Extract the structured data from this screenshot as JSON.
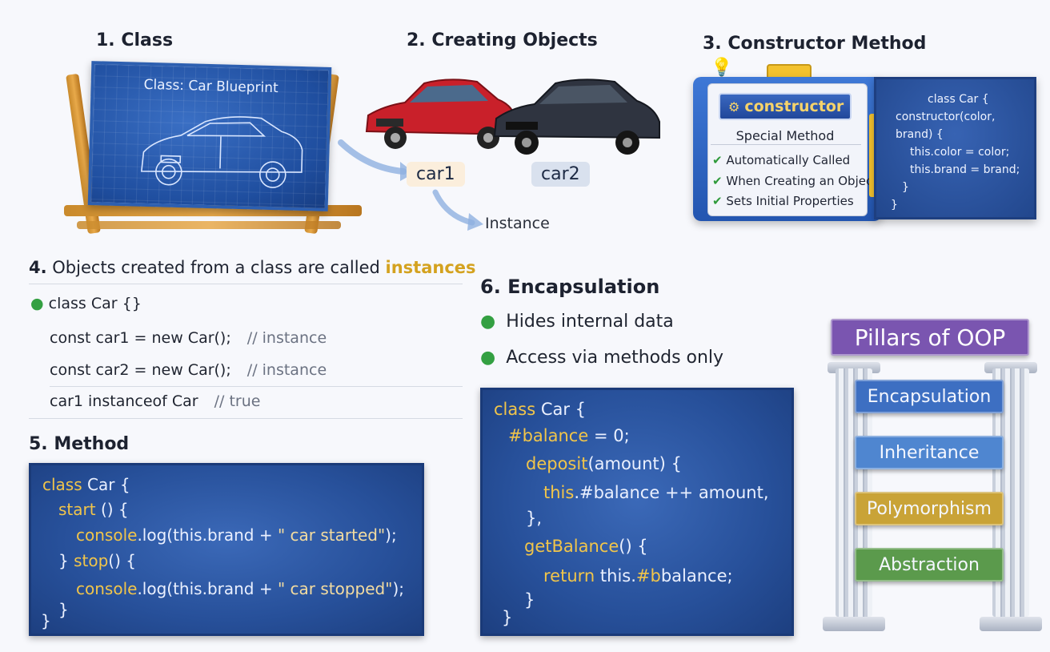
{
  "section1": {
    "heading": "1. Class",
    "blueprint_title": "Class: Car Blueprint"
  },
  "section2": {
    "heading": "2. Creating Objects",
    "car1": "car1",
    "car2": "car2",
    "instance_label": "Instance",
    "colors": {
      "car1": "#c9202a",
      "car2": "#2f3440"
    }
  },
  "section3": {
    "heading": "3. Constructor Method",
    "pill": "constructor",
    "subtitle": "Special Method",
    "bullets": [
      "Automatically Called",
      "When Creating an Object",
      "Sets Initial Properties"
    ],
    "code": [
      "class Car {",
      "constructor(color, brand) {",
      "this.color = color;",
      "this.brand = brand;",
      "}",
      "}"
    ]
  },
  "section4": {
    "heading_num": "4.",
    "heading_text": "Objects created from a class are called",
    "heading_accent": "instances",
    "line1": "class Car {}",
    "line2_code": "const car1 = new Car();",
    "line2_comment": "// instance",
    "line3_code": "const car2 = new Car();",
    "line3_comment": "// instance",
    "line4_code": "car1 instanceof Car",
    "line4_comment": "// true"
  },
  "section5": {
    "heading": "5. Method",
    "code": {
      "l1_kw": "class",
      "l1_rest": " Car {",
      "l2_kw": "start",
      "l2_rest": " () {",
      "l3_kw": "console",
      "l3_rest": ".log(this.brand + ",
      "l3_str": "\" car started\"",
      "l3_end": ");",
      "l4_pre": "} ",
      "l4_kw": "stop",
      "l4_rest": "() {",
      "l5_kw": "console",
      "l5_rest": ".log(this.brand + ",
      "l5_str": "\" car stopped\"",
      "l5_end": ");",
      "l6": "}",
      "l7": "}"
    }
  },
  "section6": {
    "heading": "6. Encapsulation",
    "bullet1": "Hides internal data",
    "bullet2": "Access via methods only",
    "code": {
      "l1_kw": "class",
      "l1_rest": " Car {",
      "l2_kw": "#balance",
      "l2_rest": " = 0;",
      "l3_kw": "deposit",
      "l3_rest": "(amount) {",
      "l4_kw": "this",
      "l4_rest": ".#balance ++ amount,",
      "l5": "},",
      "l6_kw": "getBalance",
      "l6_rest": "() {",
      "l7_kw": "return",
      "l7_mid": " this.",
      "l7_kw2": "#b",
      "l7_rest": "balance;",
      "l8": "}",
      "l9": "}"
    }
  },
  "pillars": {
    "title": "Pillars of OOP",
    "items": [
      {
        "label": "Encapsulation",
        "color": "#3d6fc2"
      },
      {
        "label": "Inheritance",
        "color": "#4f86d0"
      },
      {
        "label": "Polymorphism",
        "color": "#c9a337"
      },
      {
        "label": "Abstraction",
        "color": "#5b9a4c"
      }
    ],
    "title_color": "#7a55b0"
  }
}
